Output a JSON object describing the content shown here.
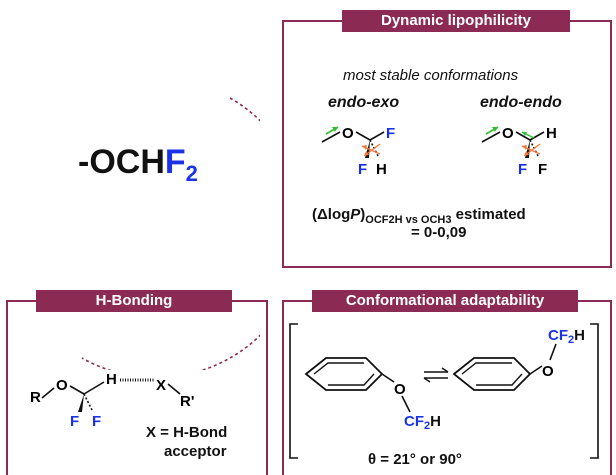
{
  "center_formula": {
    "prefix": "-OCH",
    "f": "F",
    "sub": "2"
  },
  "dynamic_lipophilicity": {
    "title": "Dynamic lipophilicity",
    "subtitle": "most stable conformations",
    "conf1_name": "endo-exo",
    "conf2_name": "endo-endo",
    "atoms": {
      "O": "O",
      "F": "F",
      "H": "H"
    },
    "delta_open": "(",
    "delta_symbol": "Δ",
    "delta_log": "log",
    "delta_P": "P",
    "delta_close": ")",
    "delta_subscript": "OCF2H vs OCH3",
    "delta_estimated": " estimated",
    "delta_value": "= 0-0,09"
  },
  "h_bonding": {
    "title": "H-Bonding",
    "R": "R",
    "O": "O",
    "H": "H",
    "X": "X",
    "R_prime": "R'",
    "F": "F",
    "line1": "X = H-Bond",
    "line2": "acceptor"
  },
  "conformational_adaptability": {
    "title": "Conformational adaptability",
    "O": "O",
    "CF2H_C": "CF",
    "CF2H_2": "2",
    "CF2H_H": "H",
    "theta": "θ = 21° or 90°"
  },
  "colors": {
    "accent": "#8b2a52",
    "fluorine": "#1a33e6",
    "green_arrow": "#2fbf2f",
    "orange_arrow": "#f07a3a"
  }
}
